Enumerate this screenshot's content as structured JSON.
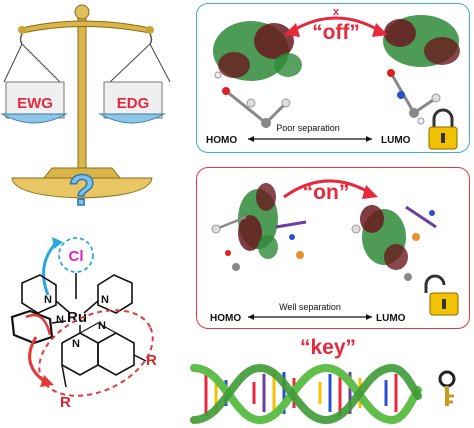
{
  "balance": {
    "left_pan_label": "EWG",
    "right_pan_label": "EDG",
    "question_mark": "?"
  },
  "complex": {
    "chloride_label": "Cl",
    "metal_label": "Ru",
    "substituent_top": "R",
    "substituent_bottom": "R",
    "nitrogen_label": "N"
  },
  "off_panel": {
    "state_label": "“off”",
    "x_mark": "x",
    "homo_label": "HOMO",
    "lumo_label": "LUMO",
    "separation_label": "Poor separation",
    "lock_icon": "locked-padlock-icon"
  },
  "on_panel": {
    "state_label": "“on”",
    "homo_label": "HOMO",
    "lumo_label": "LUMO",
    "separation_label": "Well separation",
    "lock_icon": "unlocked-padlock-icon"
  },
  "dna_section": {
    "key_label": "“key”",
    "key_icon": "key-icon"
  },
  "colors": {
    "accent_red": "#e8283c",
    "off_border": "#3ab0d8",
    "on_border": "#e23a3a",
    "lock_yellow": "#f2c200",
    "dna_green": "#5fbf4a",
    "chloride_magenta": "#e020c0",
    "ewg_red": "#e8283c"
  }
}
